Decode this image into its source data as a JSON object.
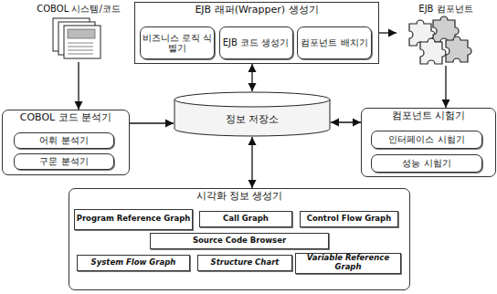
{
  "diagram": {
    "nodes": [
      {
        "text": [
          "COBOL 시스템/코드"
        ]
      },
      {
        "text": [
          "EJB 래퍼(Wrapper) 생성기"
        ]
      },
      {
        "text": [
          "비즈니스 로직 식별기"
        ],
        "in": 1
      },
      {
        "text": [
          "EJB 코드 생성기"
        ],
        "in": 1
      },
      {
        "text": [
          "컴포넌트 배치기"
        ],
        "in": 1
      },
      {
        "text": [
          "EJB 컴포넌트"
        ]
      },
      {
        "text": [
          "COBOL 코드 분석기"
        ]
      },
      {
        "text": [
          "어휘 분석기"
        ],
        "in": 6
      },
      {
        "text": [
          "구문 분석기"
        ],
        "in": 6
      },
      {
        "text": [
          "정보 저장소"
        ]
      },
      {
        "text": [
          "컴포넌트 시험기"
        ]
      },
      {
        "text": [
          "인터페이스 시험기"
        ],
        "in": 10
      },
      {
        "text": [
          "성능 시험기"
        ],
        "in": 10
      },
      {
        "text": [
          "시각화 정보 생성기"
        ]
      },
      {
        "text": [
          "Program Reference Graph"
        ],
        "in": 13
      },
      {
        "text": [
          "Call Graph"
        ],
        "in": 13
      },
      {
        "text": [
          "Control Flow Graph"
        ],
        "in": 13
      },
      {
        "text": [
          "Source Code Browser"
        ],
        "in": 13
      },
      {
        "text": [
          "System Flow Graph"
        ],
        "in": 13
      },
      {
        "text": [
          "Structure Chart"
        ],
        "in": 13
      },
      {
        "text": [
          "Variable Reference Graph"
        ],
        "in": 13
      }
    ],
    "edges": [
      {
        "from": 0,
        "to": 6,
        "arrow": "to"
      },
      {
        "from": 2,
        "to": 3,
        "arrow": "to"
      },
      {
        "from": 3,
        "to": 4,
        "arrow": "to"
      },
      {
        "from": 1,
        "to": 5,
        "arrow": "to"
      },
      {
        "from": 6,
        "to": 9,
        "arrow": "to"
      },
      {
        "from": 1,
        "to": 9,
        "arrow": "both"
      },
      {
        "from": 9,
        "to": 10,
        "arrow": "both"
      },
      {
        "from": 5,
        "to": 10,
        "arrow": "to"
      },
      {
        "from": 9,
        "to": 13,
        "arrow": "both"
      }
    ]
  }
}
